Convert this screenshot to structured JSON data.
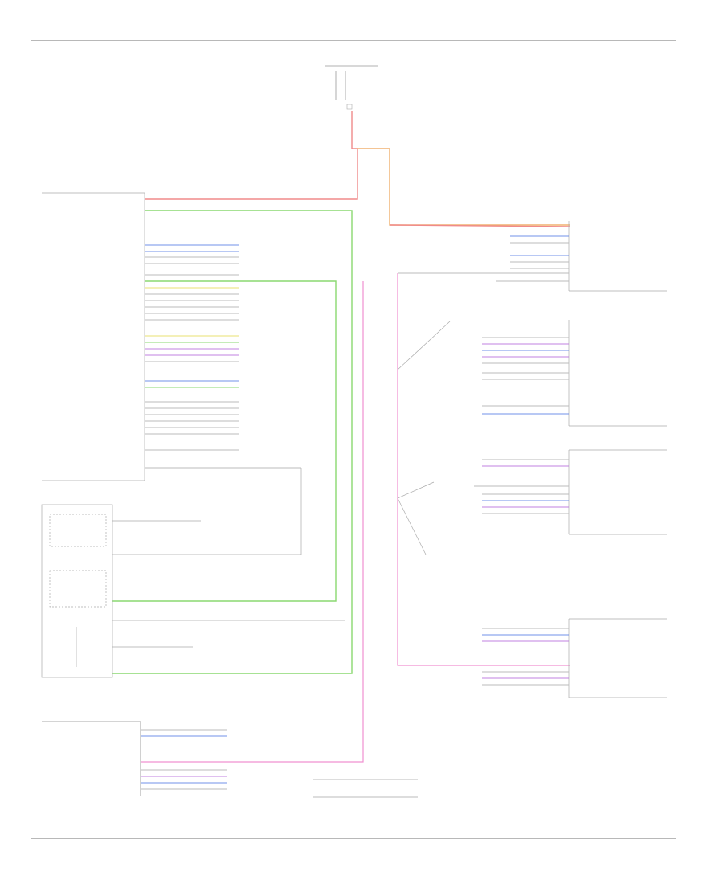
{
  "title_block": "",
  "note_1": "",
  "note_2": "",
  "corner_code": "",
  "components": [
    {
      "id": "mod-left-lower",
      "label": ""
    },
    {
      "id": "mod-left-top",
      "label": ""
    },
    {
      "id": "mod-right-1",
      "label": ""
    },
    {
      "id": "mod-right-2",
      "label": ""
    },
    {
      "id": "mod-right-3",
      "label": ""
    },
    {
      "id": "mod-right-4",
      "label": ""
    }
  ],
  "colors": {
    "red_wire": "#f08a8a",
    "orange_wire": "#f0b070",
    "green_wire": "#8ad870",
    "blue_wire": "#7090e8",
    "violet_wire": "#c080e0",
    "pink_wire": "#f090d0",
    "yellow_wire": "#e8e070",
    "gray_wire": "#c8c8c8",
    "frame": "#b8b8b8",
    "text": "#8c8c8c"
  }
}
